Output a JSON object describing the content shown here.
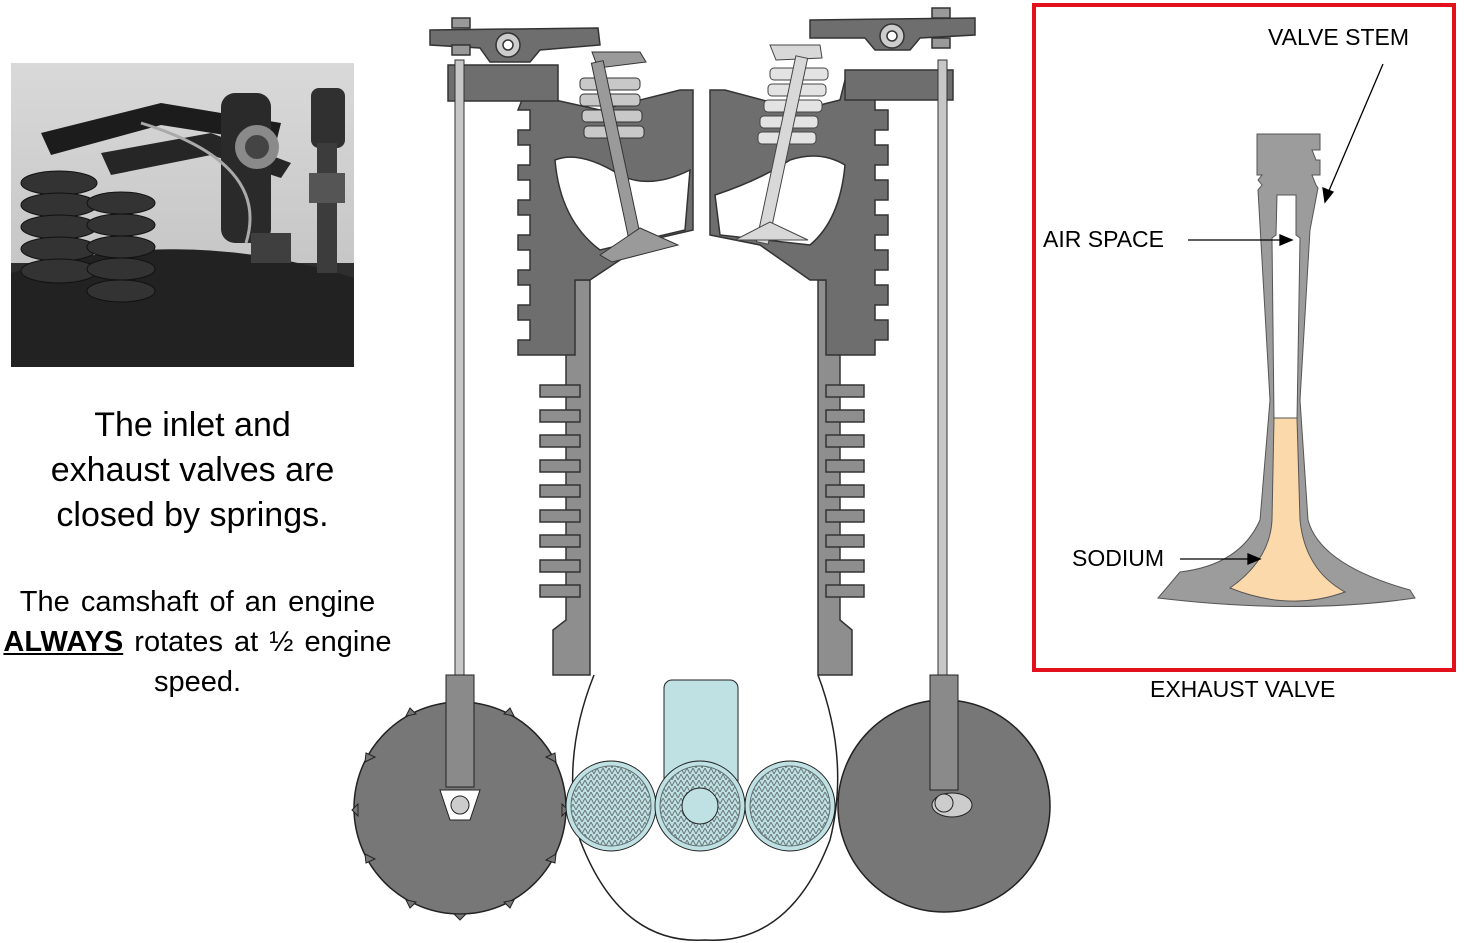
{
  "caption": {
    "line1": "The inlet and",
    "line2": "exhaust valves are",
    "line3": "closed by springs.",
    "cam_pre": "The camshaft of an engine",
    "cam_emphasis": "ALWAYS",
    "cam_post": "rotates at ½ engine speed."
  },
  "valve_diagram": {
    "label_valve_stem": "VALVE STEM",
    "label_air_space": "AIR SPACE",
    "label_sodium": "SODIUM",
    "title": "EXHAUST VALVE"
  },
  "colors": {
    "metal_dark": "#6e6e6e",
    "metal_mid": "#9a9a9a",
    "metal_light": "#d0d0d0",
    "gear_fill": "#bfe1e4",
    "sodium_fill": "#fcd9aa",
    "panel_border": "#e3111c"
  }
}
